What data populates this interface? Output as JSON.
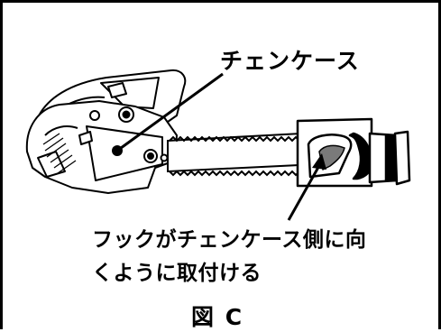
{
  "labels": {
    "chain_case": "チェンケース",
    "instruction_line1": "フックがチェンケース側に向",
    "instruction_line2": "くように取付ける",
    "figure_caption": "図 C"
  },
  "colors": {
    "ink": "#000000",
    "paper": "#ffffff",
    "hook_fill": "#7a7a7a"
  }
}
